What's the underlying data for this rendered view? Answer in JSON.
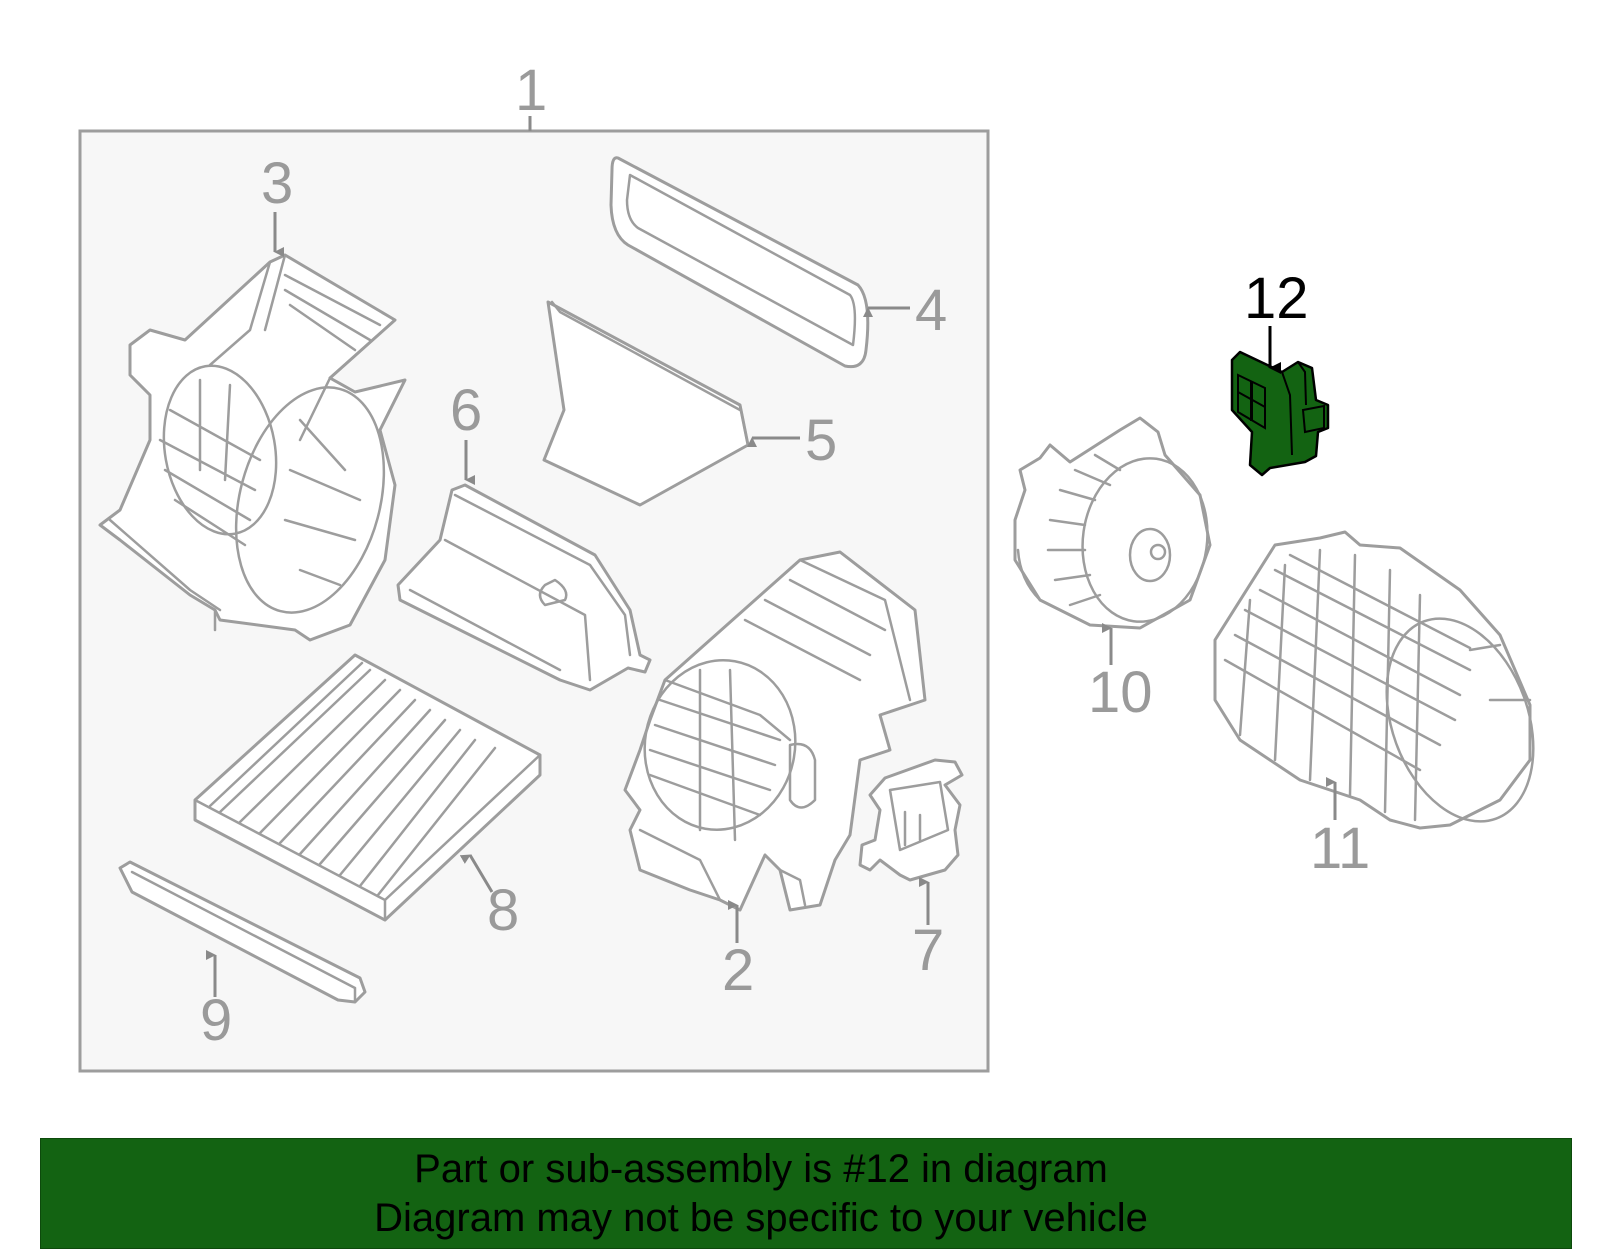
{
  "callouts": {
    "c1": "1",
    "c2": "2",
    "c3": "3",
    "c4": "4",
    "c5": "5",
    "c6": "6",
    "c7": "7",
    "c8": "8",
    "c9": "9",
    "c10": "10",
    "c11": "11",
    "c12": "12"
  },
  "highlight": {
    "part": "12",
    "color": "#136312"
  },
  "colors": {
    "assembly_box_fill": "#f7f7f7",
    "banner": "#136312",
    "lines": "#9d9d9d"
  },
  "banner": {
    "line1": "Part or sub-assembly is #12 in diagram",
    "line2": "Diagram may not be specific to your vehicle"
  }
}
